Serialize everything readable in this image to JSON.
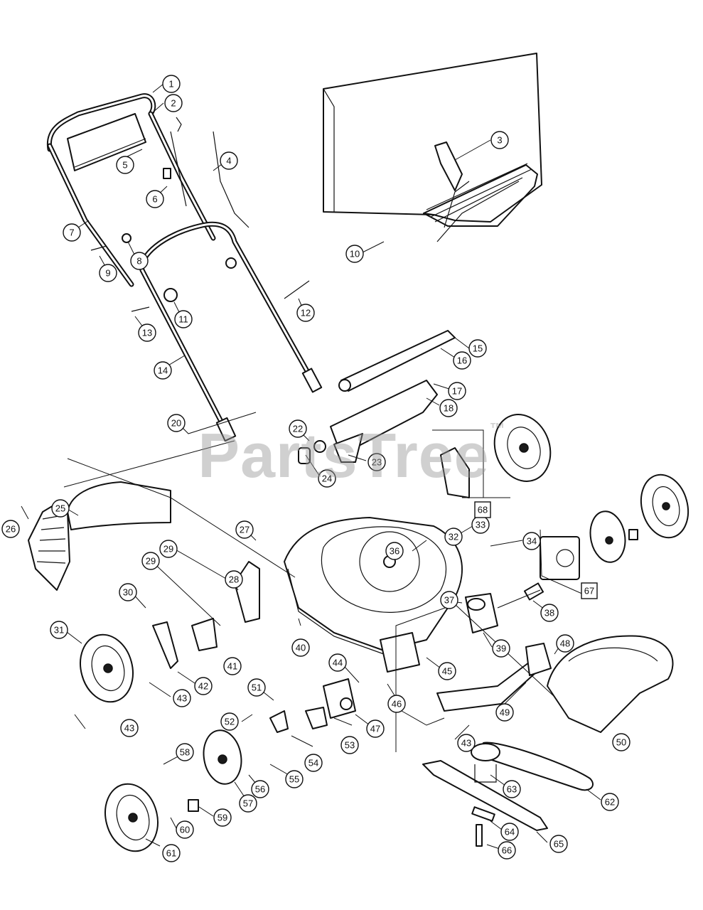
{
  "watermark": {
    "text": "PartsTree",
    "mark": "™"
  },
  "callouts": [
    "1",
    "2",
    "3",
    "4",
    "5",
    "6",
    "7",
    "8",
    "9",
    "10",
    "11",
    "12",
    "13",
    "14",
    "15",
    "16",
    "17",
    "18",
    "20",
    "22",
    "23",
    "24",
    "25",
    "26",
    "27",
    "28",
    "29",
    "29",
    "30",
    "31",
    "32",
    "33",
    "34",
    "36",
    "37",
    "38",
    "39",
    "40",
    "41",
    "42",
    "43",
    "43",
    "43",
    "44",
    "45",
    "46",
    "47",
    "48",
    "49",
    "50",
    "51",
    "52",
    "53",
    "54",
    "55",
    "56",
    "57",
    "58",
    "59",
    "60",
    "61",
    "62",
    "63",
    "64",
    "65",
    "66",
    "67",
    "68"
  ]
}
